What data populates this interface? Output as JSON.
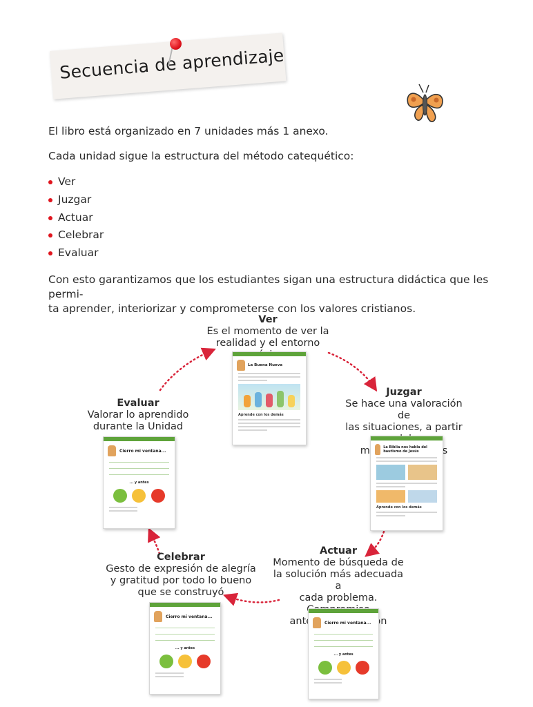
{
  "title": "Secuencia de aprendizaje",
  "intro": "El libro está organizado en 7 unidades más 1 anexo.",
  "method_intro": "Cada unidad sigue la estructura del método catequético:",
  "steps": [
    "Ver",
    "Juzgar",
    "Actuar",
    "Celebrar",
    "Evaluar"
  ],
  "paragraph": "Con esto garantizamos que los estudiantes sigan una estructura didáctica que les permi-ta aprender, interiorizar y comprometerse con los valores cristianos.",
  "paragraph_lines": [
    "Con esto garantizamos que los estudiantes sigan una estructura didáctica que les permi-",
    "ta aprender, interiorizar y comprometerse con los valores cristianos."
  ],
  "cycle": {
    "ver": {
      "heading": "Ver",
      "lines": [
        "Es el momento de ver la",
        "realidad y el entorno próximo"
      ]
    },
    "juzgar": {
      "heading": "Juzgar",
      "lines": [
        "Se hace una valoración de",
        "las situaciones, a partir del",
        "mensaje de Jesús"
      ]
    },
    "actuar": {
      "heading": "Actuar",
      "lines": [
        "Momento de búsqueda de",
        "la solución más adecuada a",
        "cada problema. Compromiso",
        "ante dicha solución"
      ]
    },
    "celebrar": {
      "heading": "Celebrar",
      "lines": [
        "Gesto de expresión de alegría",
        "y gratitud por todo lo bueno",
        "que se construyó"
      ]
    },
    "evaluar": {
      "heading": "Evaluar",
      "lines": [
        "Valorar lo aprendido",
        "durante la Unidad"
      ]
    }
  },
  "thumbnails": {
    "ver_title": "La Buena Nueva",
    "ver_subtitle": "Aprende con los demás",
    "juzgar_title": "La Biblia nos habla del bautismo de Jesús",
    "juzgar_subtitle": "Aprende con los demás",
    "evaluar_title": "Cierro mi ventana...",
    "evaluar_sub": "... y antes",
    "celebrar_title": "Cierro mi ventana...",
    "celebrar_sub": "... y antes",
    "actuar_title": "Cierro mi ventana...",
    "actuar_sub": "... y antes"
  },
  "colors": {
    "accent_red": "#e0151e",
    "arrow_red": "#d9243a",
    "page_green": "#5ea33a"
  }
}
